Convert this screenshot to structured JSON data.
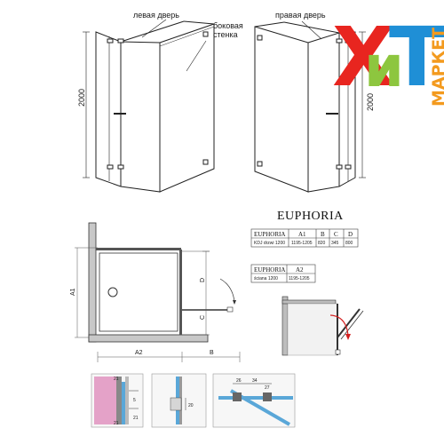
{
  "labels": {
    "left_door": "левая дверь",
    "side_wall_1": "боковая",
    "side_wall_2": "стенка",
    "right_door": "правая дверь",
    "height": "2000"
  },
  "model_name": "EUPHORIA",
  "table1": {
    "headers": [
      "EUPHORIA",
      "A1",
      "B",
      "C",
      "D"
    ],
    "header_colors": [
      "#111111",
      "#d42020",
      "#1a55c0",
      "#2a9a2a",
      "#1a55c0"
    ],
    "row": [
      "KDJ drzwi 1200",
      "1195-1205",
      "820",
      "345",
      "800"
    ]
  },
  "table2": {
    "headers": [
      "EUPHORIA",
      "A2"
    ],
    "header_colors": [
      "#111111",
      "#d42020"
    ],
    "row": [
      "ściana 1200",
      "1195-1205"
    ]
  },
  "plan_labels": {
    "a1": "A1",
    "a2": "A2",
    "b": "B",
    "c": "C",
    "d": "D"
  },
  "detail_labels": {
    "d1_top": "21",
    "d1_mid": "5",
    "d1_bot": "21",
    "d1_side": "21",
    "d2_side": "20",
    "d3_a": "26",
    "d3_b": "34",
    "d3_c": "27"
  },
  "logo": {
    "x": "Х",
    "i": "и",
    "t": "Т",
    "market": "МАРКЕТ"
  },
  "colors": {
    "logo_red": "#e8251f",
    "logo_green": "#8dc63f",
    "logo_blue": "#1f8fd6",
    "logo_orange": "#f39a1e"
  }
}
